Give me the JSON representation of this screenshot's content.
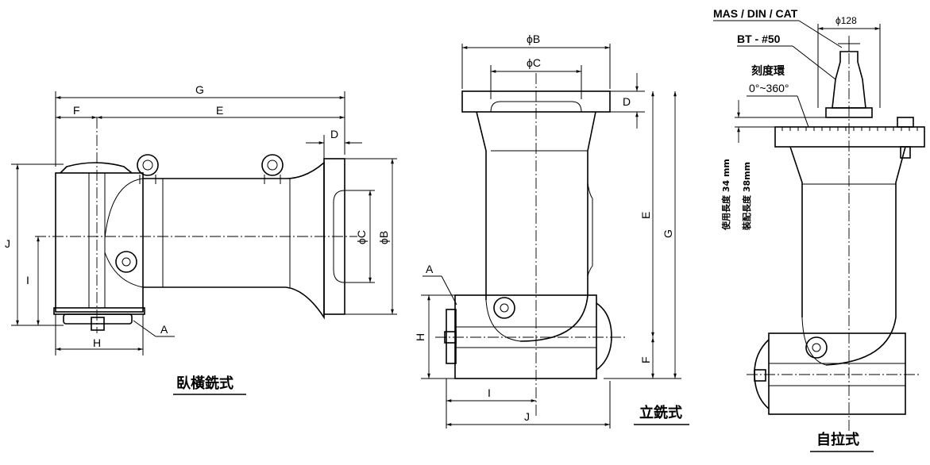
{
  "views": {
    "horizontal": {
      "title": "臥橫銑式",
      "labels": {
        "g": "G",
        "f": "F",
        "e": "E",
        "d": "D",
        "j": "J",
        "i": "I",
        "h": "H",
        "a": "A",
        "c": "ϕC",
        "b": "ϕB"
      }
    },
    "vertical": {
      "title": "立銑式",
      "labels": {
        "b": "ϕB",
        "c": "ϕC",
        "d": "D",
        "e": "E",
        "g": "G",
        "a": "A",
        "h": "H",
        "f": "F",
        "i": "I",
        "j": "J"
      }
    },
    "auto": {
      "title": "自拉式",
      "labels": {
        "taper": "MAS / DIN / CAT",
        "bt": "BT - #50",
        "dia": "ϕ128",
        "ring": "刻度環",
        "angle": "0°~360°",
        "use_len": "使用長度 34 mm",
        "fit_len": "裝配長度 38mm"
      }
    }
  }
}
